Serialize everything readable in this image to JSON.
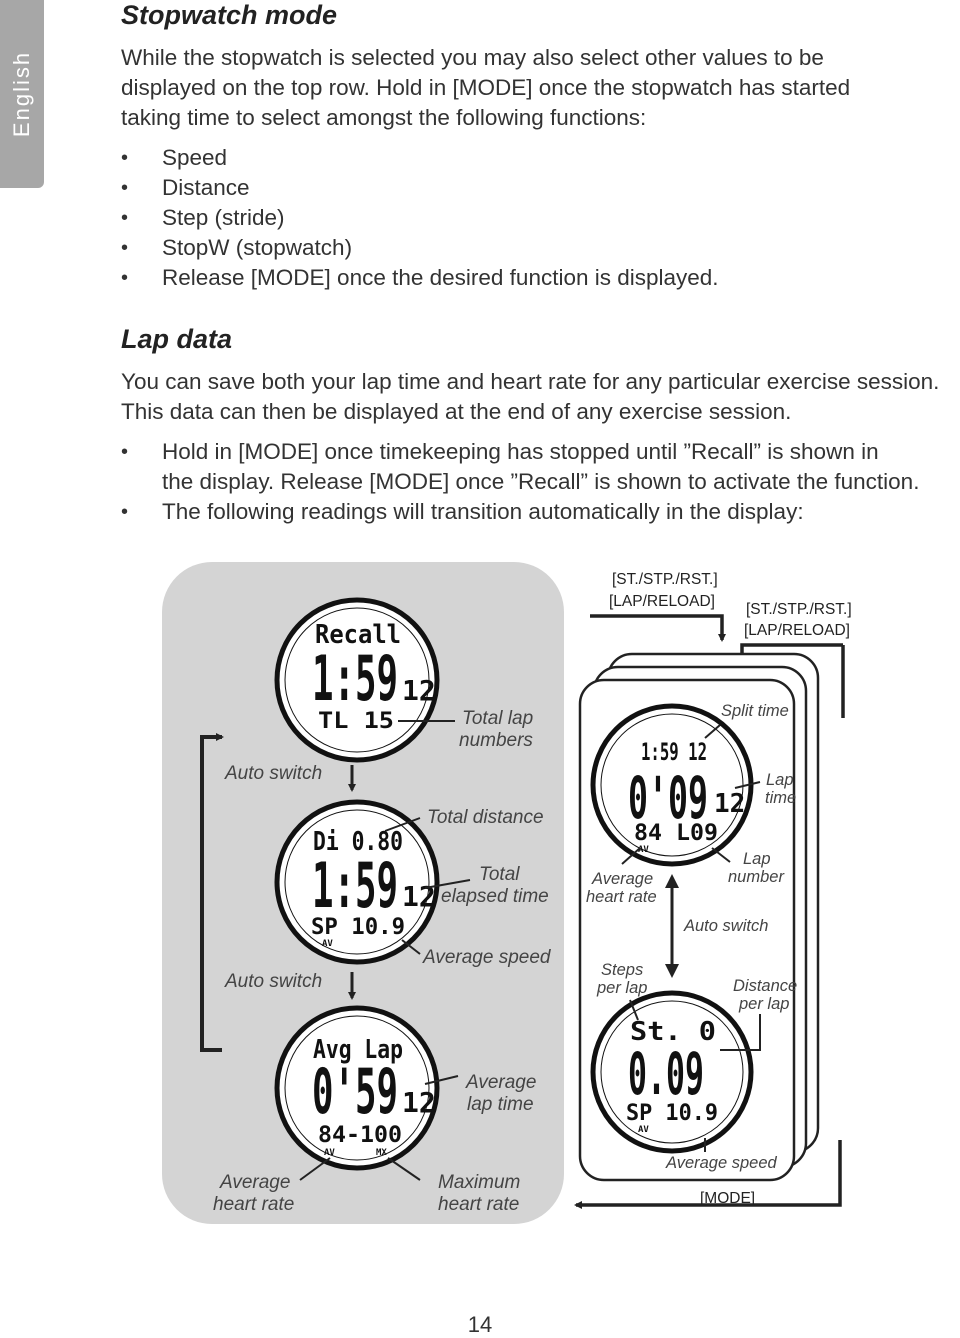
{
  "side_tab": "English",
  "section1": {
    "heading": "Stopwatch mode",
    "para": [
      "While the stopwatch is selected you may also select other values to be",
      "displayed on the top row. Hold in [MODE] once the stopwatch has started",
      "taking time to select amongst the following functions:"
    ],
    "bullets": [
      "Speed",
      "Distance",
      "Step (stride)",
      "StopW (stopwatch)",
      "Release [MODE] once the desired function is displayed."
    ]
  },
  "section2": {
    "heading": "Lap data",
    "para": [
      "You can save both your lap time and heart rate for any particular exercise session.",
      "This data can then be displayed at the end of any exercise session."
    ],
    "bullets": [
      [
        "Hold in [MODE] once timekeeping has stopped until ”Recall” is shown in",
        "the display. Release [MODE] once ”Recall” is shown to activate the function."
      ],
      [
        "The following readings will transition automatically in the display:"
      ]
    ]
  },
  "diagram": {
    "auto_switch": "Auto switch",
    "watch1": {
      "line1": "Recall",
      "time": "1:59",
      "small": "12",
      "line3": "TL  15"
    },
    "watch2": {
      "line1": "Di 0.80",
      "time": "1:59",
      "small": "12",
      "line3": "SP  10.9",
      "av": "AV"
    },
    "watch3": {
      "line1": "Avg Lap",
      "time": "0'59",
      "small": "12",
      "line3": "84-100",
      "av": "AV",
      "mx": "MX"
    },
    "labels_left": {
      "total_lap": [
        "Total lap",
        "numbers"
      ],
      "total_distance": "Total distance",
      "total_elapsed": [
        "Total",
        "elapsed time"
      ],
      "average_speed": "Average speed",
      "average_lap": [
        "Average",
        "lap time"
      ],
      "avg_hr": [
        "Average",
        "heart rate"
      ],
      "max_hr": [
        "Maximum",
        "heart rate"
      ]
    },
    "buttons": {
      "st_stp_rst": "[ST./STP./RST.]",
      "lap_reload": "[LAP/RELOAD]",
      "mode": "[MODE]"
    },
    "watch4": {
      "line1": "1:59 12",
      "time": "0'09",
      "small": "12",
      "line3": "84 L09",
      "av": "AV"
    },
    "watch5": {
      "line1": "St.    0",
      "time": "0.09",
      "line3": "SP  10.9",
      "av": "AV"
    },
    "labels_right": {
      "split_time": "Split time",
      "lap_time": [
        "Lap",
        "time"
      ],
      "lap_number": [
        "Lap",
        "number"
      ],
      "avg_hr": [
        "Average",
        "heart rate"
      ],
      "auto_switch": "Auto switch",
      "steps_per_lap": [
        "Steps",
        "per lap"
      ],
      "distance_per_lap": [
        "Distance",
        "per lap"
      ],
      "average_speed": "Average speed"
    }
  },
  "page_number": "14"
}
